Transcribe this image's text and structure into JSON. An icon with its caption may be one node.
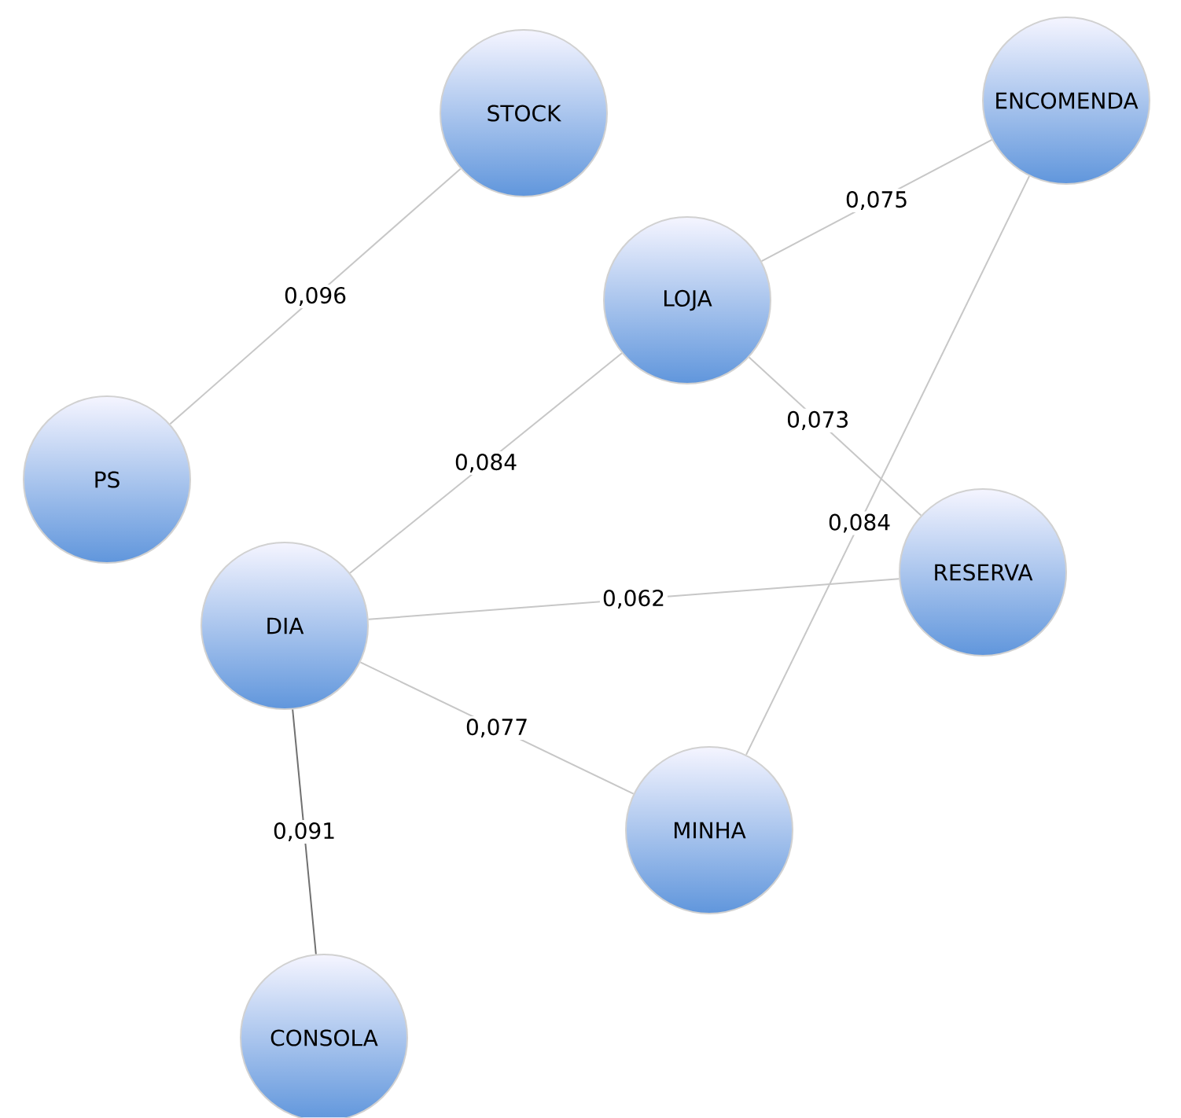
{
  "diagram": {
    "nodes": [
      {
        "text": [
          "STOCK"
        ]
      },
      {
        "text": [
          "ENCOMENDA"
        ]
      },
      {
        "text": [
          "LOJA"
        ]
      },
      {
        "text": [
          "PS"
        ]
      },
      {
        "text": [
          "DIA"
        ]
      },
      {
        "text": [
          "RESERVA"
        ]
      },
      {
        "text": [
          "MINHA"
        ]
      },
      {
        "text": [
          "CONSOLA"
        ]
      }
    ],
    "edges": [
      {
        "from": 0,
        "to": 3,
        "arrow": "none",
        "label": "0,096"
      },
      {
        "from": 2,
        "to": 1,
        "arrow": "none",
        "label": "0,075"
      },
      {
        "from": 2,
        "to": 5,
        "arrow": "none",
        "label": "0,073"
      },
      {
        "from": 1,
        "to": 6,
        "arrow": "none",
        "label": "0,084"
      },
      {
        "from": 4,
        "to": 2,
        "arrow": "none",
        "label": "0,084"
      },
      {
        "from": 4,
        "to": 5,
        "arrow": "none",
        "label": "0,062"
      },
      {
        "from": 4,
        "to": 6,
        "arrow": "none",
        "label": "0,077"
      },
      {
        "from": 4,
        "to": 7,
        "arrow": "none",
        "label": "0,091",
        "color": "#707070"
      }
    ]
  }
}
